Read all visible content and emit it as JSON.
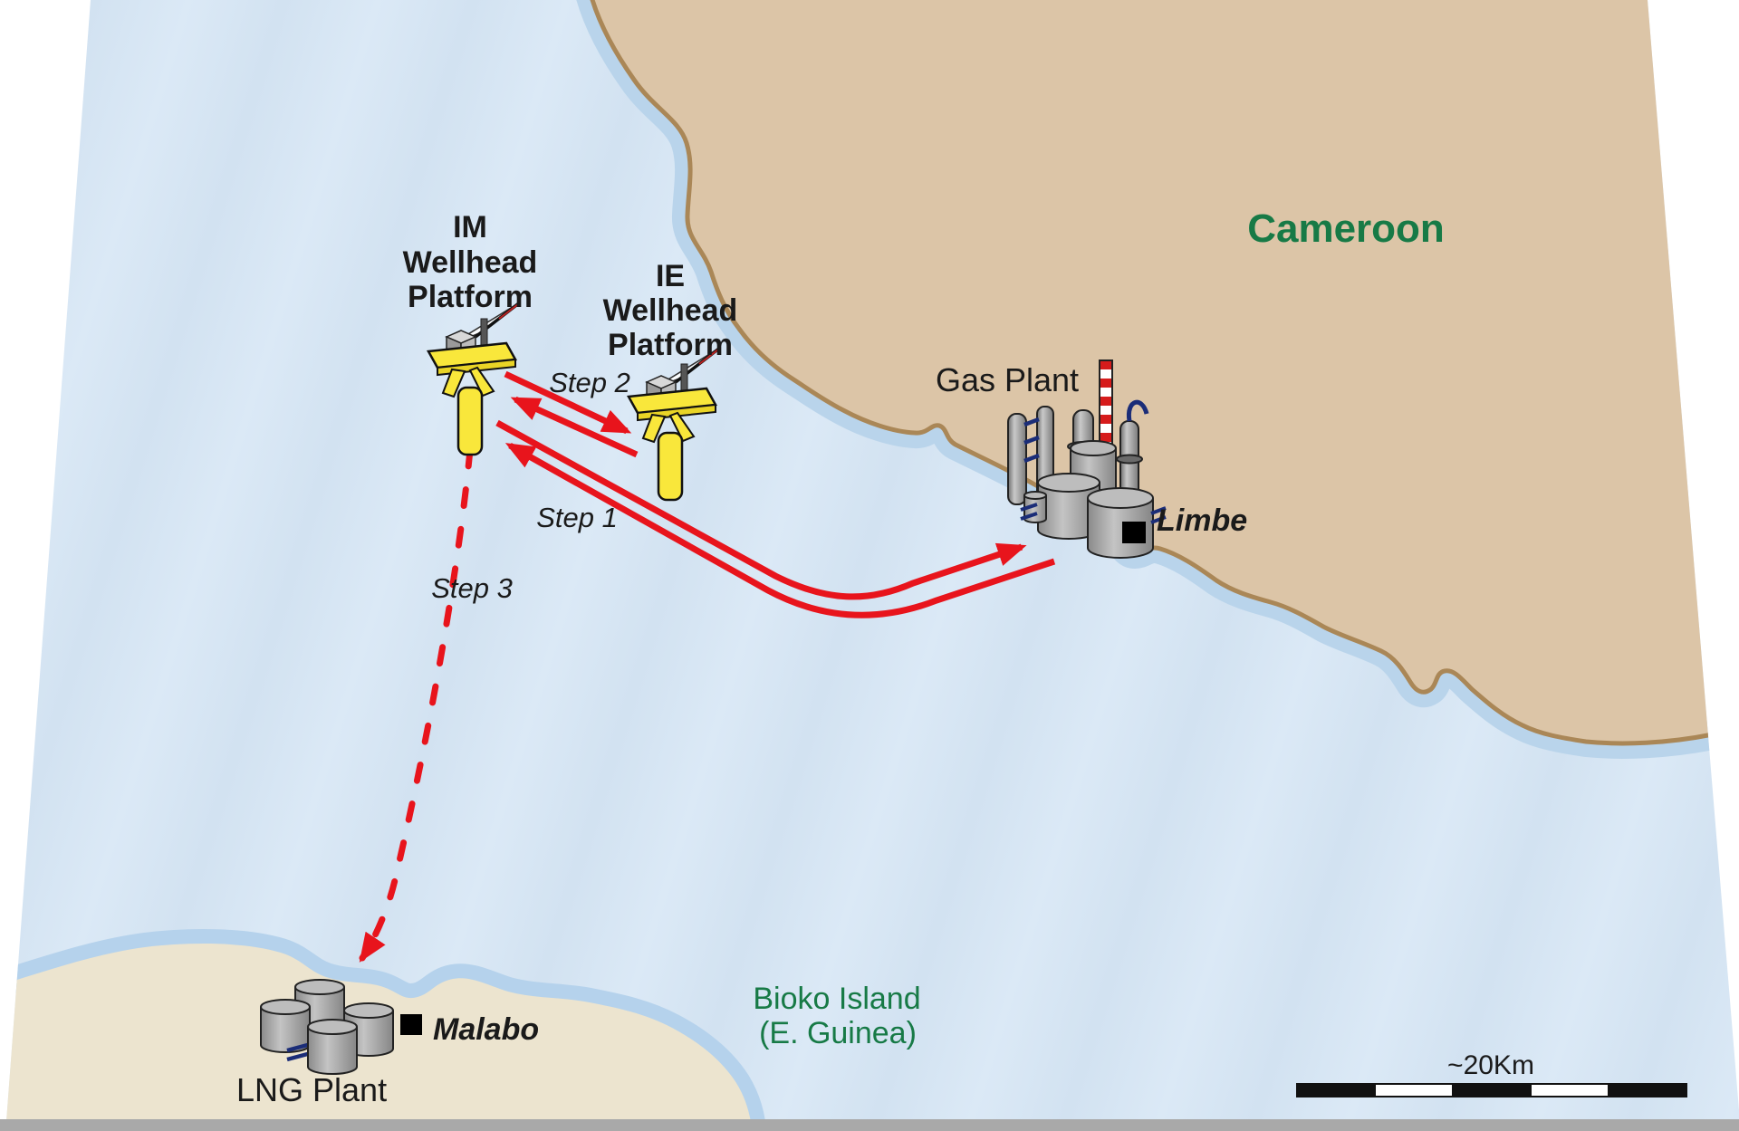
{
  "regions": {
    "cameroon": "Cameroon",
    "bioko_line1": "Bioko Island",
    "bioko_line2": "(E. Guinea)"
  },
  "cities": {
    "limbe": "Limbe",
    "malabo": "Malabo"
  },
  "facilities": {
    "im_platform": {
      "line1": "IM",
      "line2": "Wellhead",
      "line3": "Platform"
    },
    "ie_platform": {
      "line1": "IE",
      "line2": "Wellhead",
      "line3": "Platform"
    },
    "gas_plant": "Gas Plant",
    "lng_plant": "LNG Plant"
  },
  "route_steps": {
    "step1": "Step 1",
    "step2": "Step 2",
    "step3": "Step 3"
  },
  "scale_bar": {
    "label": "~20Km"
  },
  "colors": {
    "ocean": "#d7e6f4",
    "cameroon_land": "#dcc5a7",
    "bioko_land": "#ece4cf",
    "coastline_stroke": "#aa8757",
    "shallow_water_halo": "#b9d4eb",
    "arrow_red": "#e8141c",
    "region_label_green": "#177a46",
    "platform_yellow": "#f9e73b",
    "base_strip_gray": "#a9a9a9"
  }
}
